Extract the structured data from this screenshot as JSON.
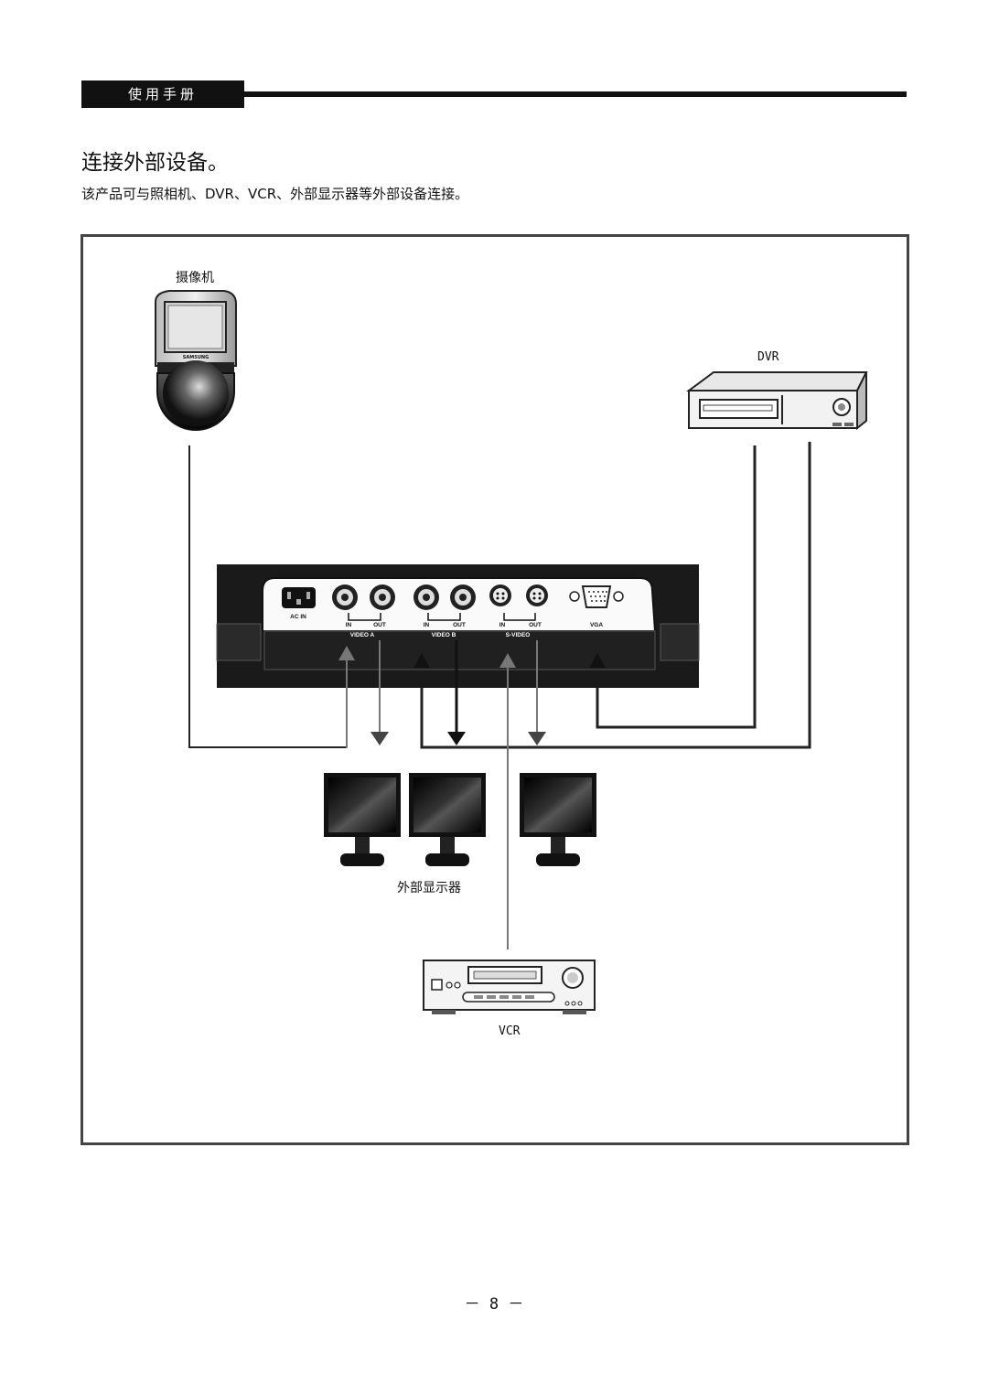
{
  "header": {
    "tab_label": "使用手册"
  },
  "section": {
    "title": "连接外部设备。",
    "intro": "该产品可与照相机、DVR、VCR、外部显示器等外部设备连接。"
  },
  "diagram": {
    "camera_label": "摄像机",
    "camera_brand": "SAMSUNG",
    "dvr_label": "DVR",
    "monitors_label": "外部显示器",
    "vcr_label": "VCR",
    "panel": {
      "ac_in": "AC IN",
      "in_1": "IN",
      "out_1": "OUT",
      "in_2": "IN",
      "out_2": "OUT",
      "in_3": "IN",
      "out_3": "OUT",
      "video_a": "VIDEO A",
      "video_b": "VIDEO B",
      "s_video": "S-VIDEO",
      "vga": "VGA"
    }
  },
  "footer": {
    "page_number": "－ 8 －"
  },
  "colors": {
    "ink": "#111111",
    "frame": "#444444",
    "arrow_gray": "#777777"
  }
}
